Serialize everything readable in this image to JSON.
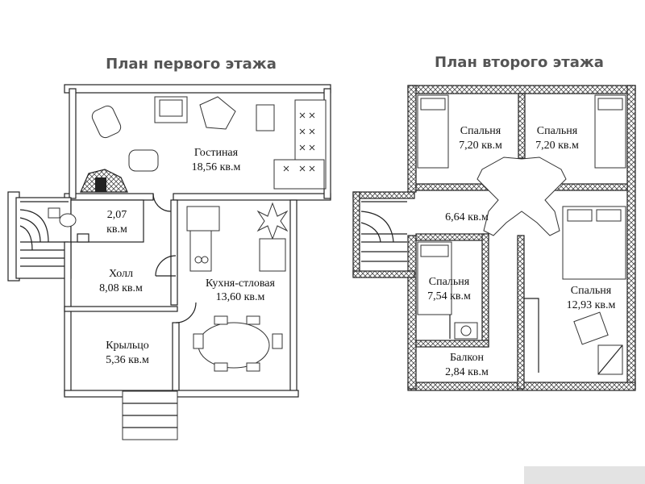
{
  "titles": {
    "first_floor": "План первого этажа",
    "second_floor": "План второго этажа"
  },
  "first_floor": {
    "living": {
      "name": "Гостиная",
      "area": "18,56 кв.м"
    },
    "wc": {
      "area_value": "2,07",
      "area_unit": "кв.м"
    },
    "hall": {
      "name": "Холл",
      "area": "8,08 кв.м"
    },
    "kitchen": {
      "name": "Кухня-стловая",
      "area": "13,60 кв.м"
    },
    "porch": {
      "name": "Крыльцо",
      "area": "5,36 кв.м"
    }
  },
  "second_floor": {
    "bedroom1": {
      "name": "Спальня",
      "area": "7,20 кв.м"
    },
    "bedroom2": {
      "name": "Спальня",
      "area": "7,20 кв.м"
    },
    "corridor": {
      "area": "6,64 кв.м"
    },
    "bedroom3": {
      "name": "Спальня",
      "area": "7,54 кв.м"
    },
    "bedroom4": {
      "name": "Спальня",
      "area": "12,93 кв.м"
    },
    "balcony": {
      "name": "Балкон",
      "area": "2,84 кв.м"
    }
  }
}
